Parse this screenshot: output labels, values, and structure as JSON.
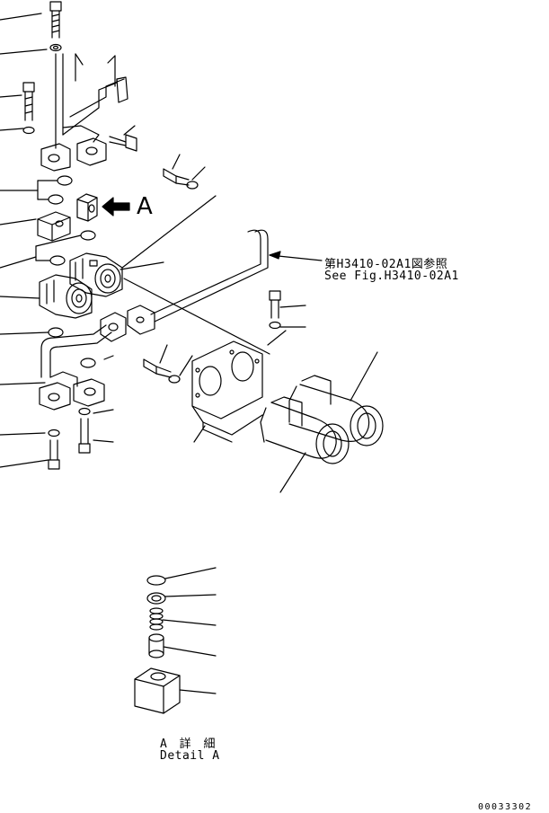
{
  "callout": {
    "view_letter": "A"
  },
  "reference": {
    "text_jp": "第H3410-02A1図参照",
    "text_en": "See Fig.H3410-02A1"
  },
  "detail": {
    "label_jp": "A 詳 細",
    "label_en": "Detail A"
  },
  "document_number": "00033302",
  "colors": {
    "ink": "#000000",
    "paper": "#ffffff"
  },
  "icons": {
    "view_arrow": "arrow-left-icon"
  }
}
